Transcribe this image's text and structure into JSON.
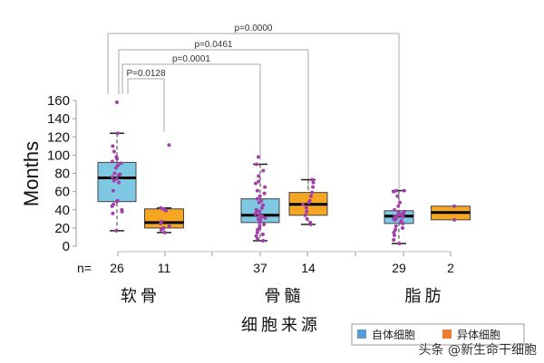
{
  "chart_data": {
    "type": "box",
    "ylabel": "Months",
    "xlabel": "细胞来源",
    "ylim": [
      0,
      160
    ],
    "yticks": [
      0,
      20,
      40,
      60,
      80,
      100,
      120,
      140,
      160
    ],
    "grid": false,
    "legend_position": "bottom-right",
    "n_prefix": "n=",
    "categories": [
      "软骨",
      "骨髓",
      "脂肪"
    ],
    "series": [
      {
        "name": "自体细胞",
        "color": "#7ec8e3",
        "legend_color": "#5b9bd5"
      },
      {
        "name": "异体细胞",
        "color": "#f5a623",
        "legend_color": "#ed7d31"
      }
    ],
    "boxes": [
      {
        "category": "软骨",
        "series": "自体细胞",
        "n": "26",
        "whisker_low": 17,
        "q1": 49,
        "median": 75,
        "q3": 92,
        "whisker_high": 124,
        "points": [
          158,
          124,
          110,
          104,
          98,
          96,
          93,
          91,
          89,
          86,
          80,
          79,
          78,
          76,
          74,
          72,
          70,
          61,
          50,
          49,
          46,
          44,
          40,
          38,
          36,
          17
        ]
      },
      {
        "category": "软骨",
        "series": "异体细胞",
        "n": "11",
        "whisker_low": 15,
        "q1": 20,
        "median": 26,
        "q3": 41,
        "whisker_high": 42,
        "points": [
          111,
          42,
          41,
          40,
          39,
          27,
          25,
          22,
          20,
          18,
          15
        ]
      },
      {
        "category": "骨髓",
        "series": "自体细胞",
        "n": "37",
        "whisker_low": 6,
        "q1": 26,
        "median": 34,
        "q3": 52,
        "whisker_high": 90,
        "points": [
          98,
          90,
          83,
          77,
          71,
          69,
          65,
          61,
          58,
          55,
          52,
          50,
          48,
          45,
          42,
          40,
          39,
          38,
          36,
          35,
          34,
          33,
          32,
          31,
          30,
          29,
          28,
          26,
          24,
          22,
          20,
          18,
          15,
          13,
          11,
          8,
          6
        ]
      },
      {
        "category": "骨髓",
        "series": "异体细胞",
        "n": "14",
        "whisker_low": 24,
        "q1": 34,
        "median": 46,
        "q3": 59,
        "whisker_high": 73,
        "points": [
          73,
          70,
          65,
          59,
          55,
          50,
          48,
          46,
          42,
          38,
          34,
          30,
          26,
          24
        ]
      },
      {
        "category": "脂肪",
        "series": "自体细胞",
        "n": "29",
        "whisker_low": 3,
        "q1": 25,
        "median": 33,
        "q3": 39,
        "whisker_high": 61,
        "points": [
          61,
          61,
          60,
          55,
          48,
          44,
          40,
          38,
          37,
          36,
          35,
          34,
          33,
          33,
          32,
          31,
          30,
          29,
          28,
          27,
          26,
          25,
          22,
          20,
          18,
          15,
          12,
          7,
          3
        ]
      },
      {
        "category": "脂肪",
        "series": "异体细胞",
        "n": "2",
        "whisker_low": 29,
        "q1": 29,
        "median": 37,
        "q3": 44,
        "whisker_high": 44,
        "points": [
          44,
          29
        ]
      }
    ],
    "comparisons": [
      {
        "label": "P=0.0128",
        "from": 0,
        "to": 1
      },
      {
        "label": "p=0.0001",
        "from": 0,
        "to": 2
      },
      {
        "label": "p=0.0461",
        "from": 0,
        "to": 3
      },
      {
        "label": "p=0.0000",
        "from": 0,
        "to": 4
      }
    ],
    "point_color": "#a040a8"
  },
  "watermark": "头条 @新生命干细胞"
}
